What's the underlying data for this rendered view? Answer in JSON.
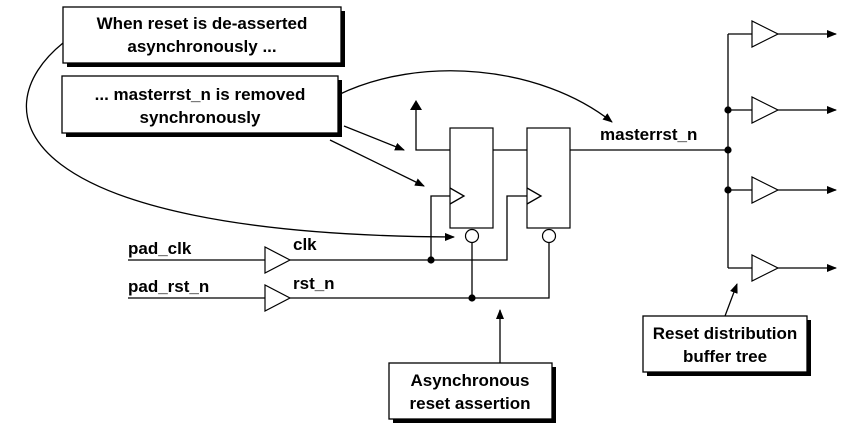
{
  "callouts": {
    "deasserted": [
      "When reset is de-asserted",
      "asynchronously ..."
    ],
    "removed": [
      "... masterrst_n is removed",
      "synchronously"
    ],
    "async_assert": [
      "Asynchronous",
      "reset assertion"
    ],
    "buffer_tree": [
      "Reset distribution",
      "buffer tree"
    ]
  },
  "signals": {
    "pad_clk": "pad_clk",
    "pad_rst_n": "pad_rst_n",
    "clk": "clk",
    "rst_n": "rst_n",
    "masterrst_n": "masterrst_n"
  }
}
